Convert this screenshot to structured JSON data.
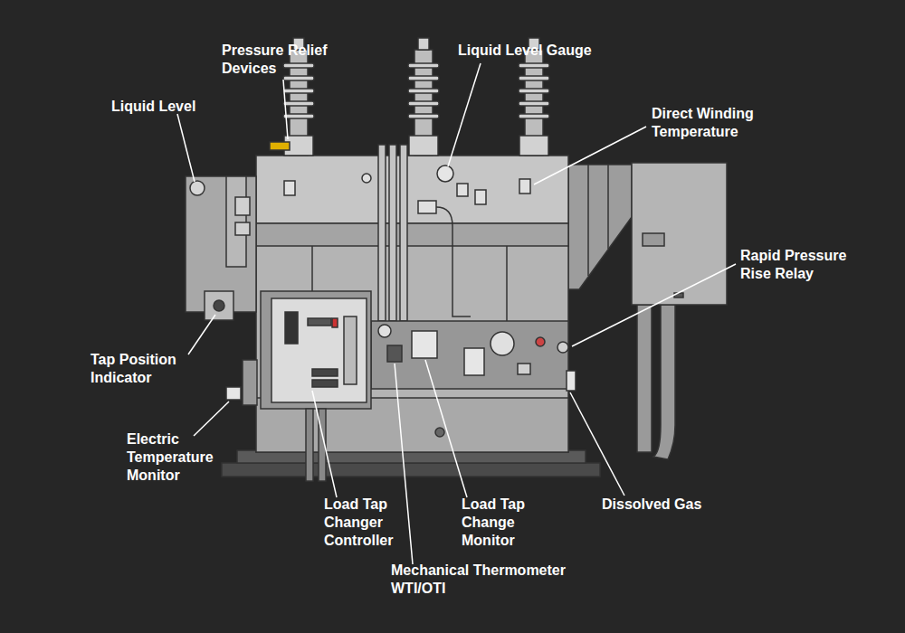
{
  "diagram": {
    "labels": [
      "Pressure Relief Devices",
      "Liquid Level Gauge",
      "Liquid Level",
      "Direct Winding Temperature",
      "Rapid Pressure Rise Relay",
      "Tap Position Indicator",
      "Electric Temperature Monitor",
      "Load Tap Changer Controller",
      "Load Tap Change Monitor",
      "Dissolved Gas",
      "Mechanical Thermometer WTI/OTI"
    ]
  }
}
